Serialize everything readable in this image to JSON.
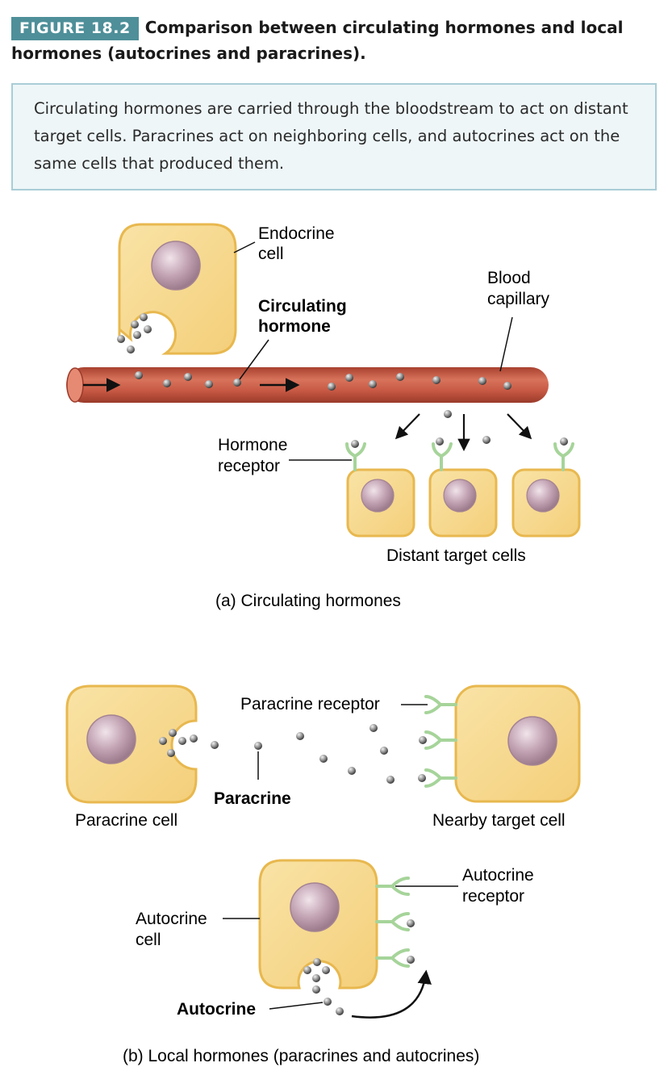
{
  "header": {
    "figure_tag": "FIGURE 18.2",
    "title": "Comparison between circulating hormones and local hormones (autocrines and paracrines)."
  },
  "summary": "Circulating hormones are carried through the bloodstream to act on distant target cells. Paracrines act on neighboring cells, and autocrines act on the same cells that produced them.",
  "panel_a": {
    "endocrine_cell_label_1": "Endocrine",
    "endocrine_cell_label_2": "cell",
    "circulating_hormone_label_1": "Circulating",
    "circulating_hormone_label_2": "hormone",
    "blood_capillary_label_1": "Blood",
    "blood_capillary_label_2": "capillary",
    "hormone_receptor_label_1": "Hormone",
    "hormone_receptor_label_2": "receptor",
    "distant_target_label": "Distant target cells",
    "caption": "(a) Circulating hormones"
  },
  "panel_b": {
    "paracrine_receptor_label": "Paracrine receptor",
    "paracrine_label": "Paracrine",
    "paracrine_cell_label": "Paracrine cell",
    "nearby_target_label": "Nearby target cell",
    "autocrine_receptor_label_1": "Autocrine",
    "autocrine_receptor_label_2": "receptor",
    "autocrine_cell_label_1": "Autocrine",
    "autocrine_cell_label_2": "cell",
    "autocrine_label": "Autocrine",
    "caption": "(b) Local hormones (paracrines and autocrines)"
  },
  "colors": {
    "cell_fill": "#f7d98d",
    "cell_stroke": "#e8b84f",
    "nucleus": "#c4a5b5",
    "capillary": "#c85a45",
    "receptor": "#a6d49a",
    "figure_tag_bg": "#4e8f99"
  }
}
